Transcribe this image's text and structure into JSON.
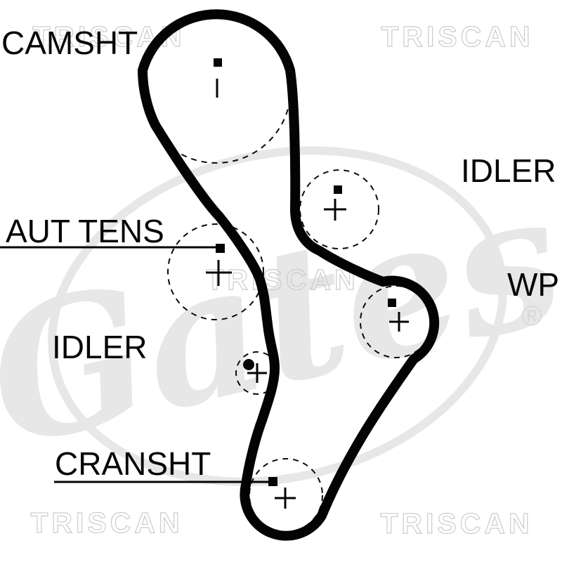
{
  "diagram": {
    "type": "timing-belt-routing",
    "background_color": "#ffffff",
    "line_color": "#000000",
    "pulleys": [
      {
        "id": "camshaft",
        "label": "CAMSHT"
      },
      {
        "id": "idler-upper",
        "label": "IDLER"
      },
      {
        "id": "tensioner",
        "label": "AUT TENS"
      },
      {
        "id": "water-pump",
        "label": "WP"
      },
      {
        "id": "idler-lower",
        "label": "IDLER"
      },
      {
        "id": "crankshaft",
        "label": "CRANSHT"
      }
    ]
  },
  "watermarks": {
    "brand": "TRISCAN",
    "logo": "Gates",
    "registered": "®",
    "outline_color": "#cccccc",
    "logo_color": "#e7e7e7"
  }
}
